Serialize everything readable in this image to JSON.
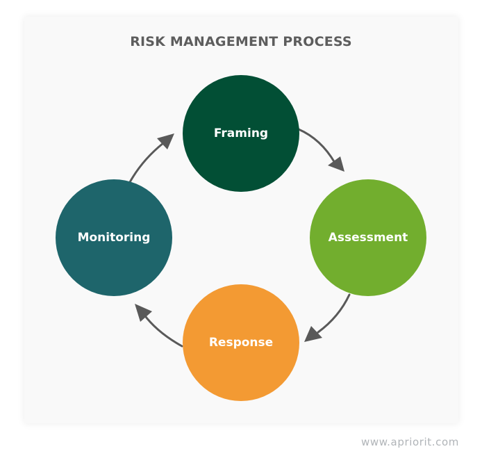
{
  "title": "RISK MANAGEMENT PROCESS",
  "nodes": [
    {
      "label": "Framing",
      "color": "#024f35"
    },
    {
      "label": "Assessment",
      "color": "#72ae2e"
    },
    {
      "label": "Response",
      "color": "#f39a33"
    },
    {
      "label": "Monitoring",
      "color": "#1e656b"
    }
  ],
  "arrow_color": "#595959",
  "watermark": "www.apriorit.com"
}
